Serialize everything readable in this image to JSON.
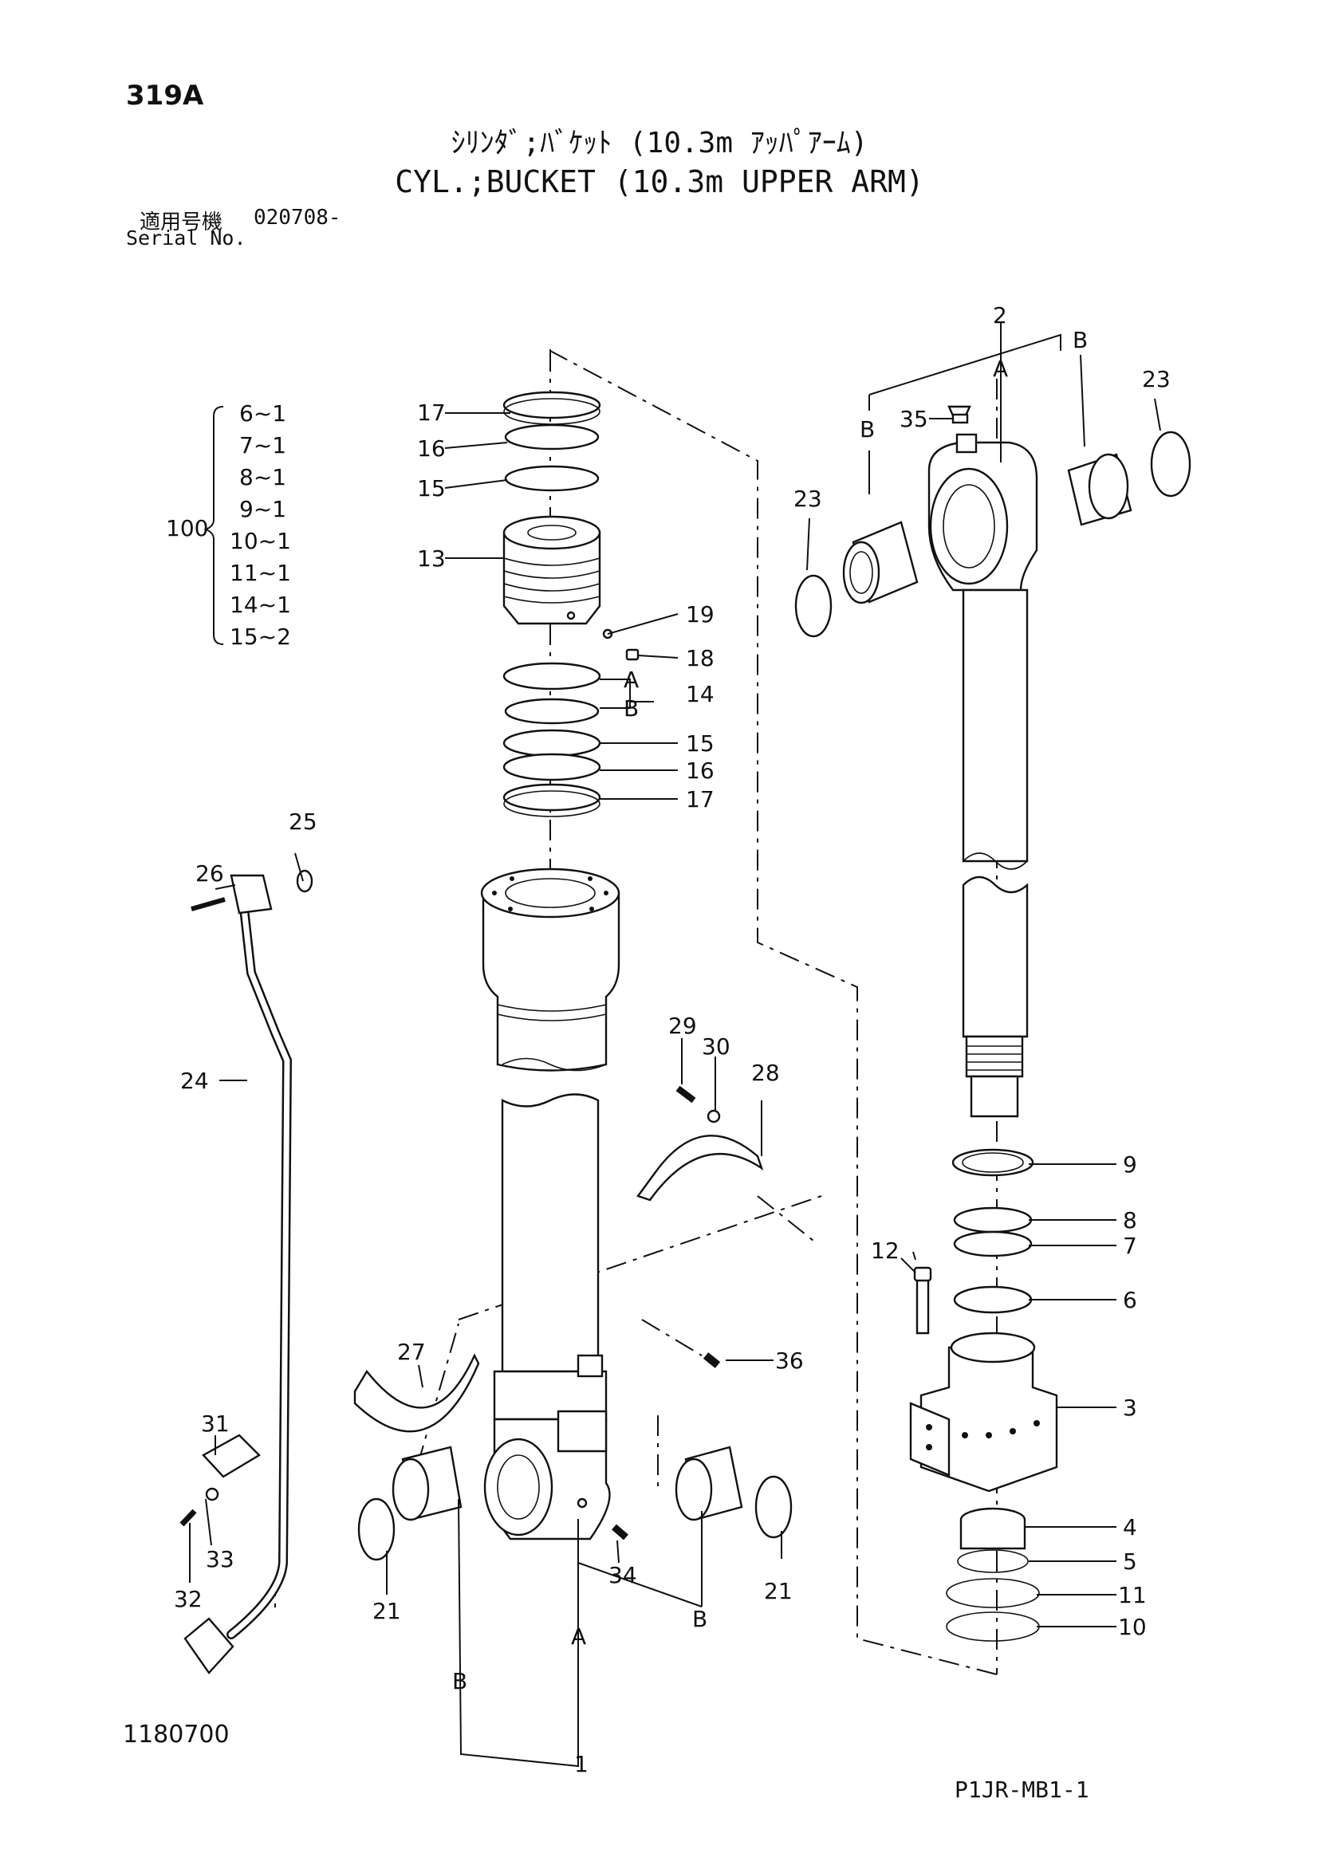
{
  "header": {
    "page_number": "319A",
    "title_jp": "ｼﾘﾝﾀﾞ;ﾊﾞｹｯﾄ (10.3m ｱｯﾊﾟｱｰﾑ)",
    "title_en": "CYL.;BUCKET (10.3m UPPER ARM)",
    "serial_label_jp": "適用号機",
    "serial_value": "020708-",
    "serial_label_en": "Serial No."
  },
  "footer": {
    "drawing_number": "1180700",
    "doc_code": "P1JR-MB1-1"
  },
  "kit": {
    "number": "100",
    "items": [
      "6~1",
      "7~1",
      "8~1",
      "9~1",
      "10~1",
      "11~1",
      "14~1",
      "15~2"
    ]
  },
  "callouts": {
    "c1": "1",
    "c2": "2",
    "c3": "3",
    "c4": "4",
    "c5": "5",
    "c6": "6",
    "c7": "7",
    "c8": "8",
    "c9": "9",
    "c10": "10",
    "c11": "11",
    "c12": "12",
    "c13": "13",
    "c14": "14",
    "c15": "15",
    "c16": "16",
    "c17": "17",
    "c18": "18",
    "c19": "19",
    "c21": "21",
    "c23": "23",
    "c24": "24",
    "c25": "25",
    "c26": "26",
    "c27": "27",
    "c28": "28",
    "c29": "29",
    "c30": "30",
    "c31": "31",
    "c32": "32",
    "c33": "33",
    "c34": "34",
    "c35": "35",
    "c36": "36",
    "ref_a": "A",
    "ref_b": "B"
  }
}
